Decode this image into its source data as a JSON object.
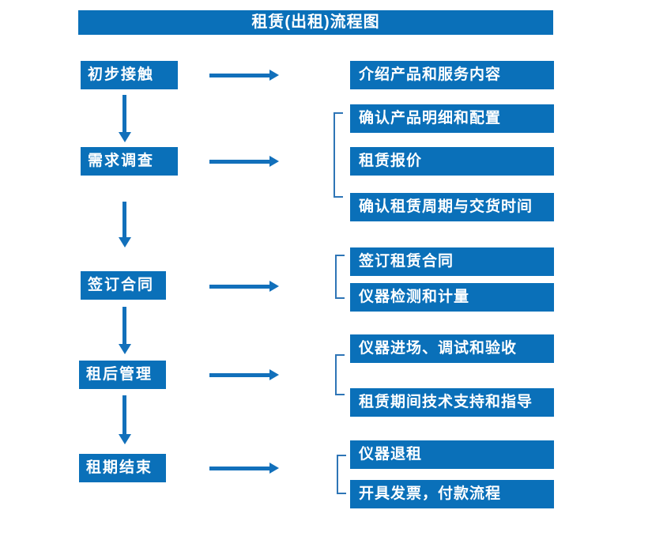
{
  "title": "租赁(出租)流程图",
  "colors": {
    "box_fill": "#0a70b9",
    "arrow": "#1270bb",
    "bracket": "#2e75b6",
    "text": "#ffffff",
    "background": "#ffffff"
  },
  "steps": [
    {
      "label": "初步接触",
      "details": [
        "介绍产品和服务内容"
      ]
    },
    {
      "label": "需求调查",
      "details": [
        "确认产品明细和配置",
        "租赁报价",
        "确认租赁周期与交货时间"
      ]
    },
    {
      "label": "签订合同",
      "details": [
        "签订租赁合同",
        "仪器检测和计量"
      ]
    },
    {
      "label": "租后管理",
      "details": [
        "仪器进场、调试和验收",
        "租赁期间技术支持和指导"
      ]
    },
    {
      "label": "租期结束",
      "details": [
        "仪器退租",
        "开具发票，付款流程"
      ]
    }
  ]
}
